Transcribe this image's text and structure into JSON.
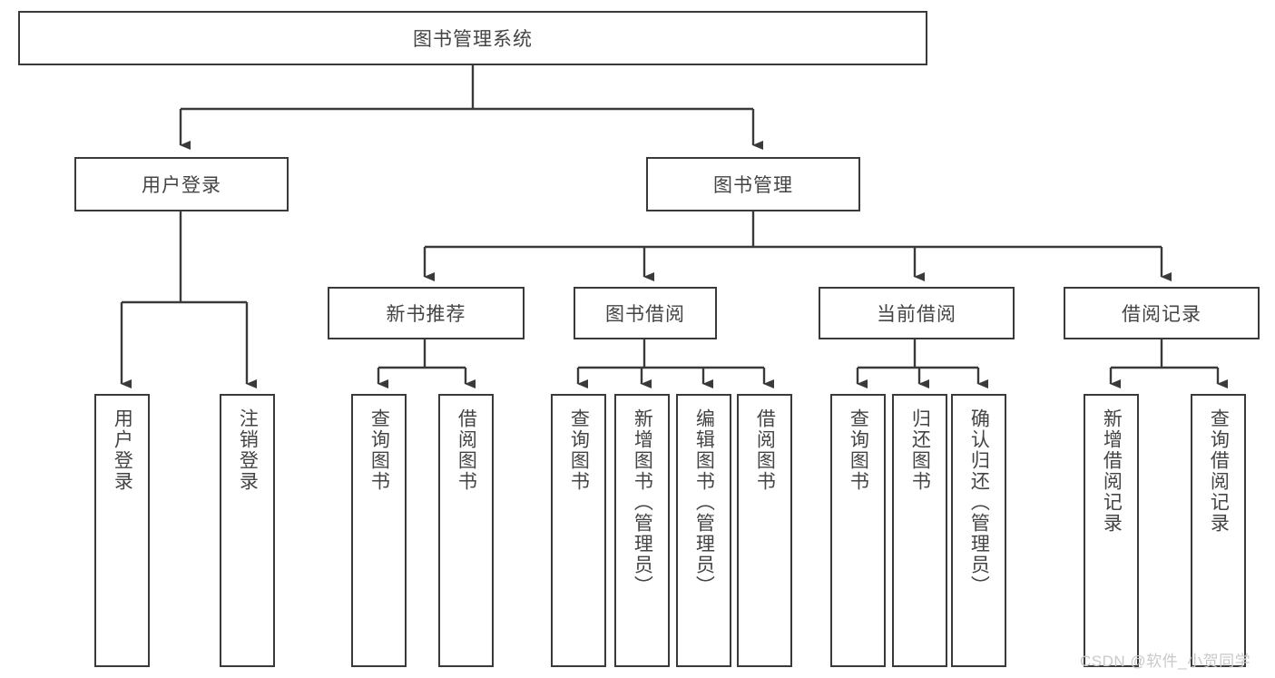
{
  "diagram": {
    "title": "图书管理系统",
    "type": "tree-hierarchy",
    "root": {
      "label": "图书管理系统"
    },
    "level1": [
      {
        "label": "用户登录"
      },
      {
        "label": "图书管理"
      }
    ],
    "level2": [
      {
        "label": "新书推荐",
        "parent": "图书管理"
      },
      {
        "label": "图书借阅",
        "parent": "图书管理"
      },
      {
        "label": "当前借阅",
        "parent": "图书管理"
      },
      {
        "label": "借阅记录",
        "parent": "图书管理"
      }
    ],
    "leaves": {
      "用户登录": [
        {
          "label": "用户登录"
        },
        {
          "label": "注销登录"
        }
      ],
      "新书推荐": [
        {
          "label": "查询图书"
        },
        {
          "label": "借阅图书"
        }
      ],
      "图书借阅": [
        {
          "label": "查询图书"
        },
        {
          "label": "新增图书（管理员）"
        },
        {
          "label": "编辑图书（管理员）"
        },
        {
          "label": "借阅图书"
        }
      ],
      "当前借阅": [
        {
          "label": "查询图书"
        },
        {
          "label": "归还图书"
        },
        {
          "label": "确认归还（管理员）"
        }
      ],
      "借阅记录": [
        {
          "label": "新增借阅记录"
        },
        {
          "label": "查询借阅记录"
        }
      ]
    },
    "colors": {
      "stroke": "#3a3a3a",
      "text": "#444444",
      "background": "#ffffff",
      "watermark": "#c9c9c9"
    }
  },
  "watermark": {
    "text": "CSDN @软件_小贺同学"
  }
}
